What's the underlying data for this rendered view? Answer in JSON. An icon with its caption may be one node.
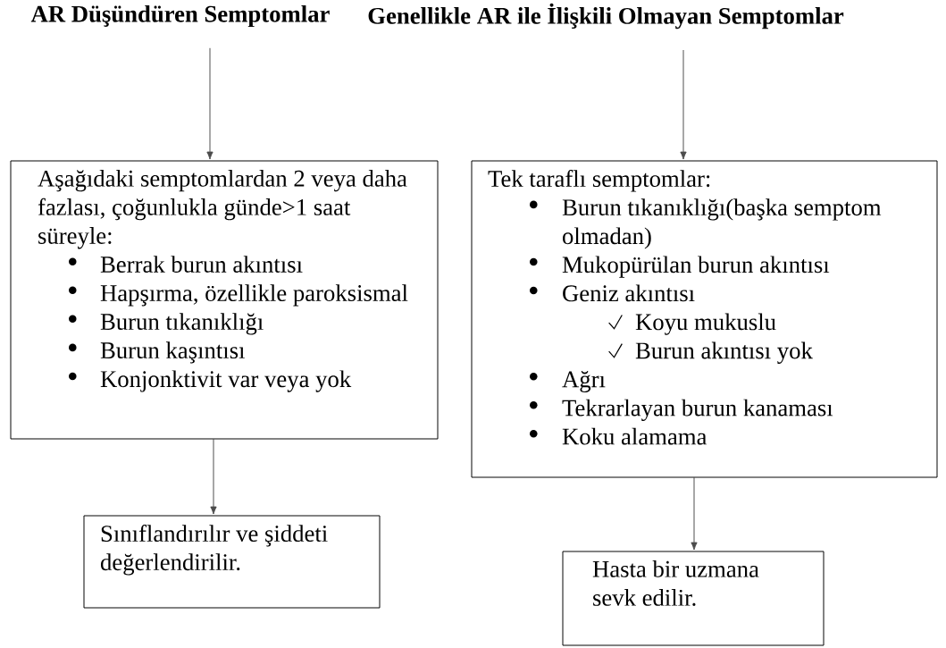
{
  "diagram": {
    "nodes": [
      {
        "text": [
          "AR Düşündüren Semptomlar"
        ]
      },
      {
        "text": [
          "Genellikle AR ile İlişkili Olmayan Semptomlar"
        ]
      },
      {
        "text": [
          "Aşağıdaki semptomlardan 2 veya daha fazlası, çoğunlukla  günde>1 saat süreyle:",
          "Berrak burun akıntısı",
          "Hapşırma, özellikle paroksismal",
          "Burun tıkanıklığı",
          "Burun kaşıntısı",
          "Konjonktivit var veya yok"
        ]
      },
      {
        "text": [
          "Tek taraflı semptomlar:",
          "Burun tıkanıklığı(başka semptom olmadan)",
          "Mukopürülan burun akıntısı",
          "Geniz akıntısı",
          "Koyu mukuslu",
          "Burun akıntısı yok",
          "Ağrı",
          "Tekrarlayan burun kanaması",
          "Koku alamama"
        ]
      },
      {
        "text": [
          "Sınıflandırılır ve şiddeti değerlendirilir."
        ]
      },
      {
        "text": [
          "Hasta bir uzmana sevk edilir."
        ]
      }
    ],
    "edges": [
      {
        "from": 0,
        "to": 2,
        "arrow": "to"
      },
      {
        "from": 1,
        "to": 3,
        "arrow": "to"
      },
      {
        "from": 2,
        "to": 4,
        "arrow": "to"
      },
      {
        "from": 3,
        "to": 5,
        "arrow": "to"
      }
    ]
  }
}
